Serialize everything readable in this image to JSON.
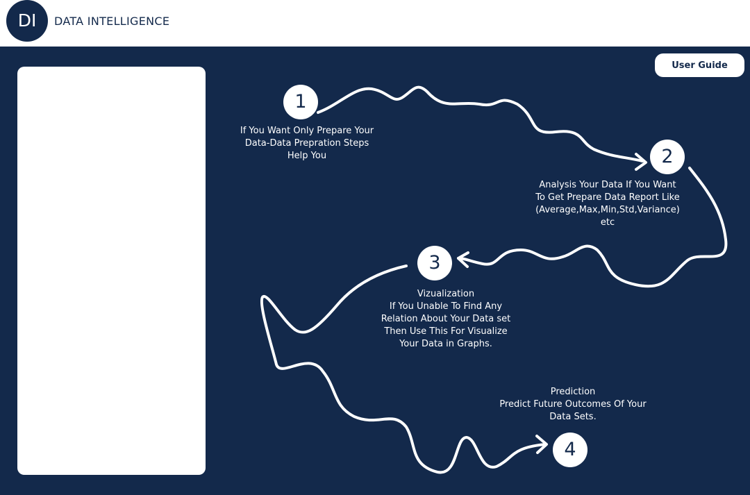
{
  "header": {
    "logo_text": "DI",
    "brand_name": "DATA INTELLIGENCE"
  },
  "toolbar": {
    "user_guide_label": "User Guide"
  },
  "steps": [
    {
      "number": "1",
      "lines": [
        "If You Want Only Prepare Your",
        "Data-Data Prepration Steps",
        "Help You"
      ]
    },
    {
      "number": "2",
      "lines": [
        "Analysis Your Data If You Want",
        "To Get Prepare Data Report Like",
        "(Average,Max,Min,Std,Variance)",
        "etc"
      ]
    },
    {
      "number": "3",
      "lines": [
        "Vizualization",
        "If You Unable To Find Any",
        "Relation About Your Data set",
        "Then Use This For Visualize",
        "Your Data in Graphs."
      ]
    },
    {
      "number": "4",
      "lines": [
        "Prediction",
        "Predict Future Outcomes Of Your",
        "Data Sets."
      ]
    }
  ],
  "colors": {
    "background": "#13294b",
    "surface": "#ffffff"
  }
}
